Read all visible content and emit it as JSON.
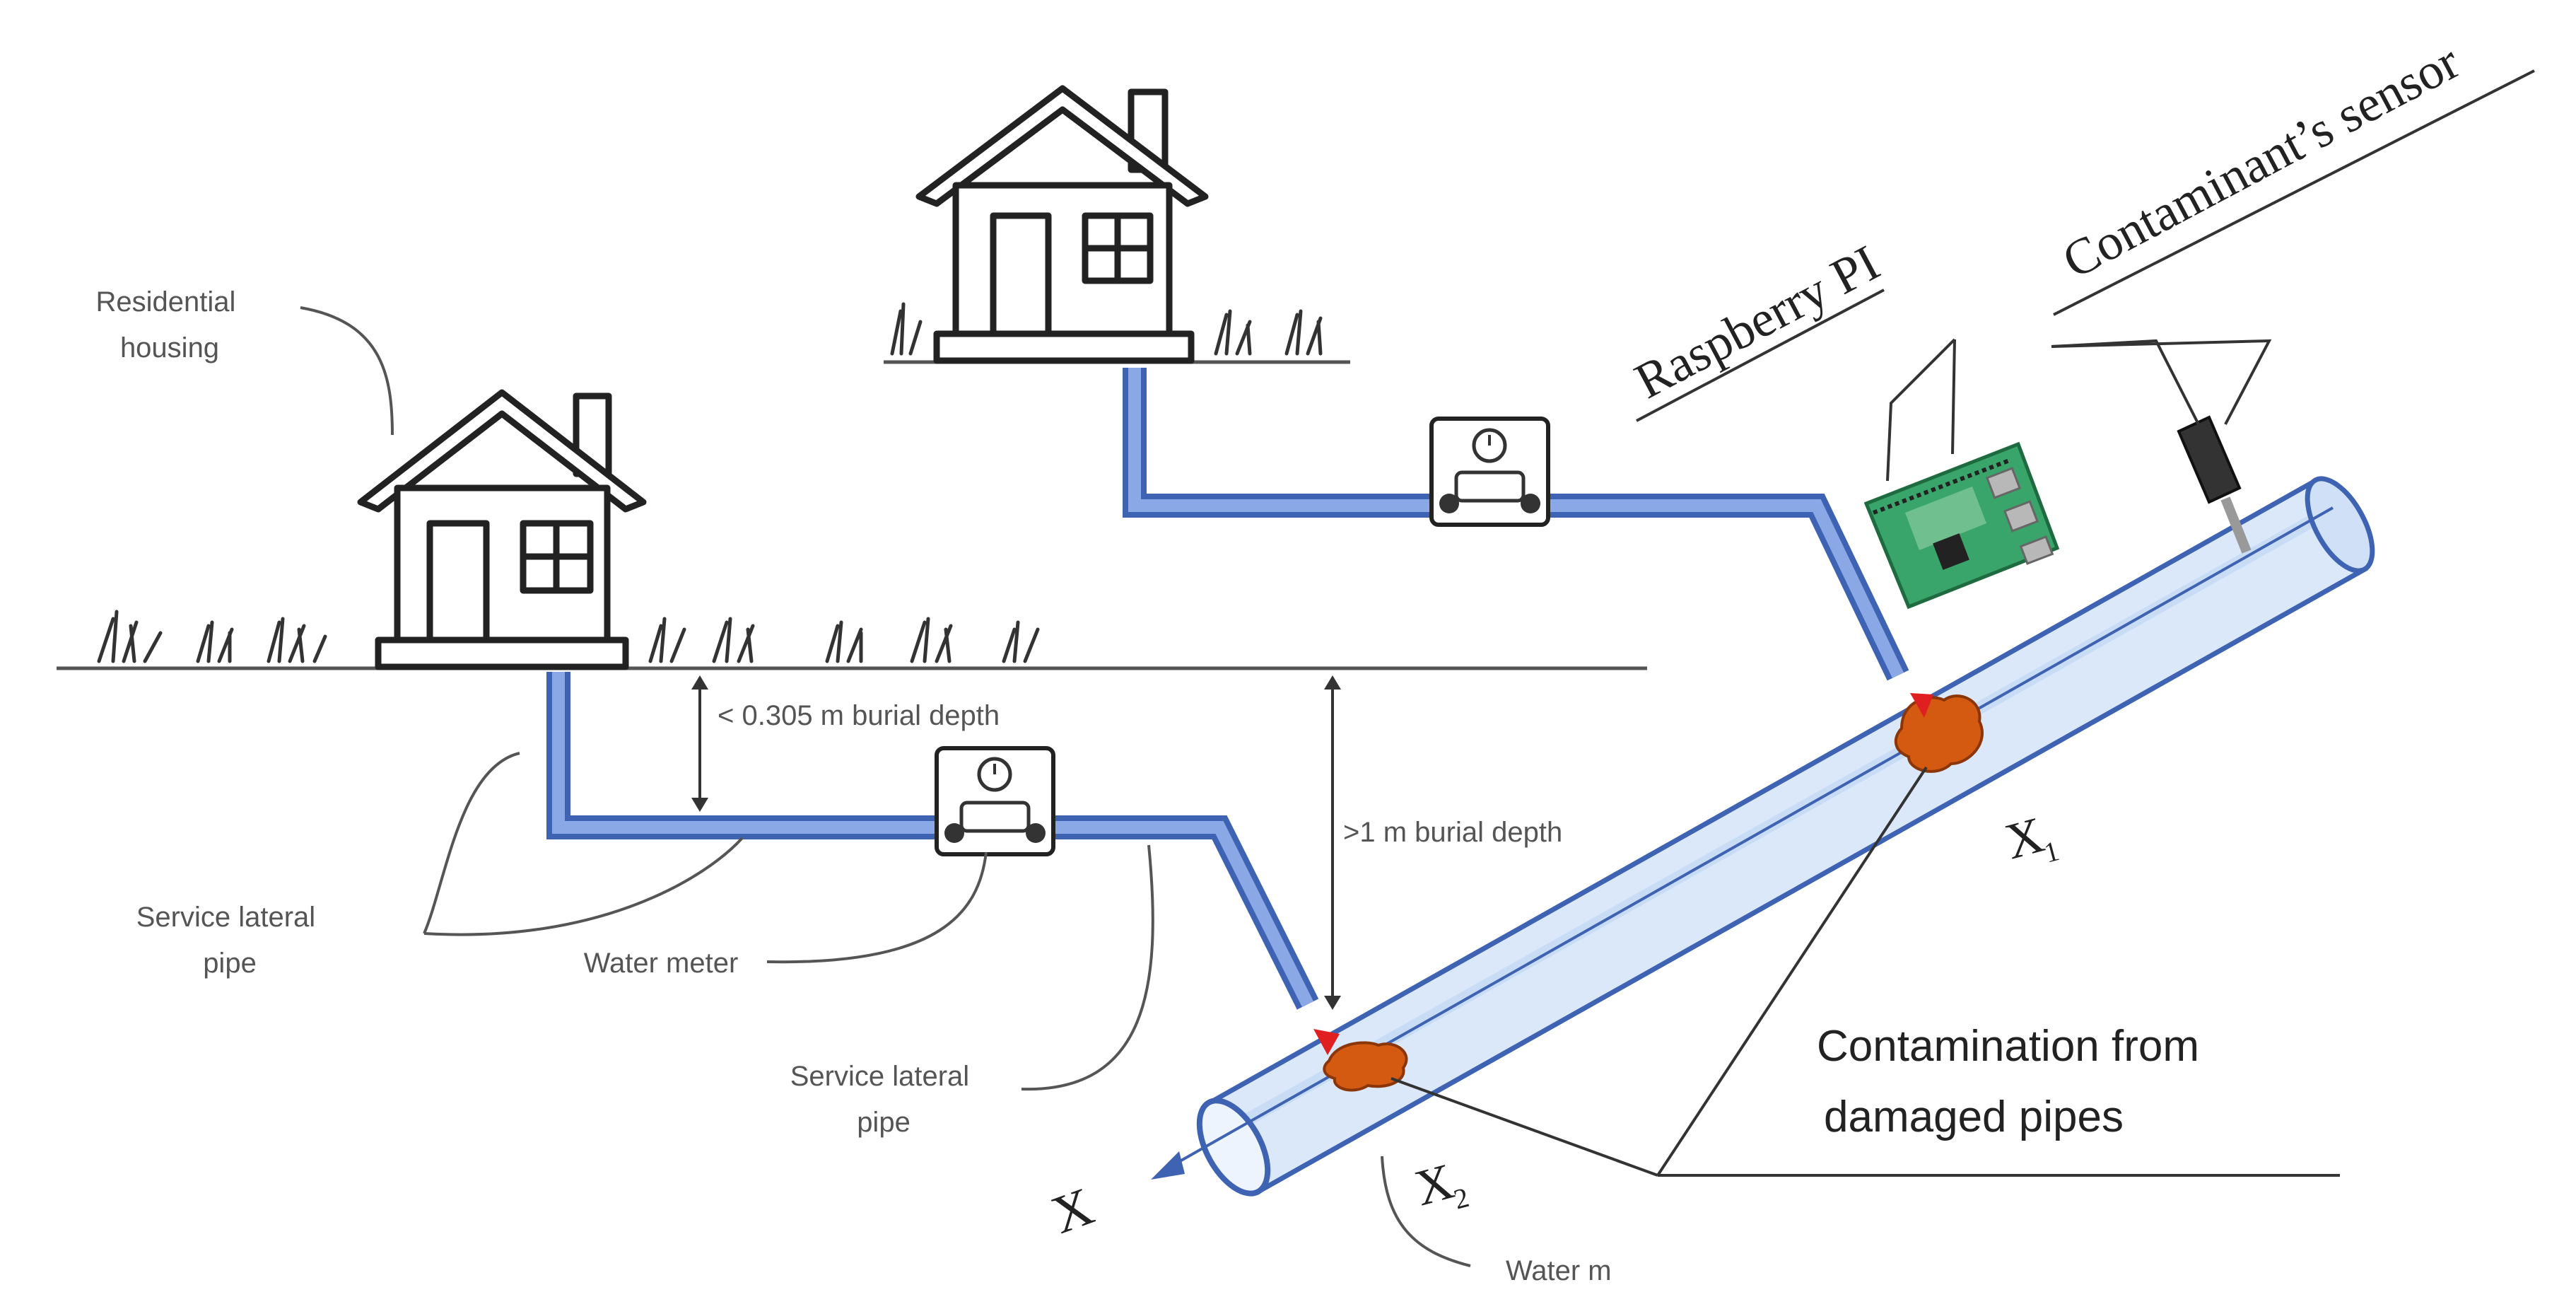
{
  "labels": {
    "residential_housing_line1": "Residential",
    "residential_housing_line2": "housing",
    "shallow_depth": "< 0.305 m burial depth",
    "deep_depth": ">1 m burial depth",
    "service_lateral_left_line1": "Service lateral",
    "service_lateral_left_line2": "pipe",
    "water_meter": "Water meter",
    "service_lateral_right_line1": "Service lateral",
    "service_lateral_right_line2": "pipe",
    "water_main": "Water m",
    "raspberry_pi": "Raspberry PI",
    "contaminant_sensor": "Contaminant’s sensor",
    "contamination_line1": "Contamination from",
    "contamination_line2": "damaged pipes",
    "x_axis": "X",
    "x1": "X",
    "x1_sub": "1",
    "x2": "X",
    "x2_sub": "2"
  },
  "colors": {
    "pipe_outline": "#3f63b3",
    "main_pipe_fill": "#dbe8f9",
    "contamination": "#d45a12",
    "arrow_marker": "#e02020",
    "board_green": "#3aa56a"
  },
  "icons": [
    "house-icon",
    "water-meter-icon",
    "raspberry-pi-icon",
    "sensor-probe-icon",
    "grass-icon"
  ]
}
